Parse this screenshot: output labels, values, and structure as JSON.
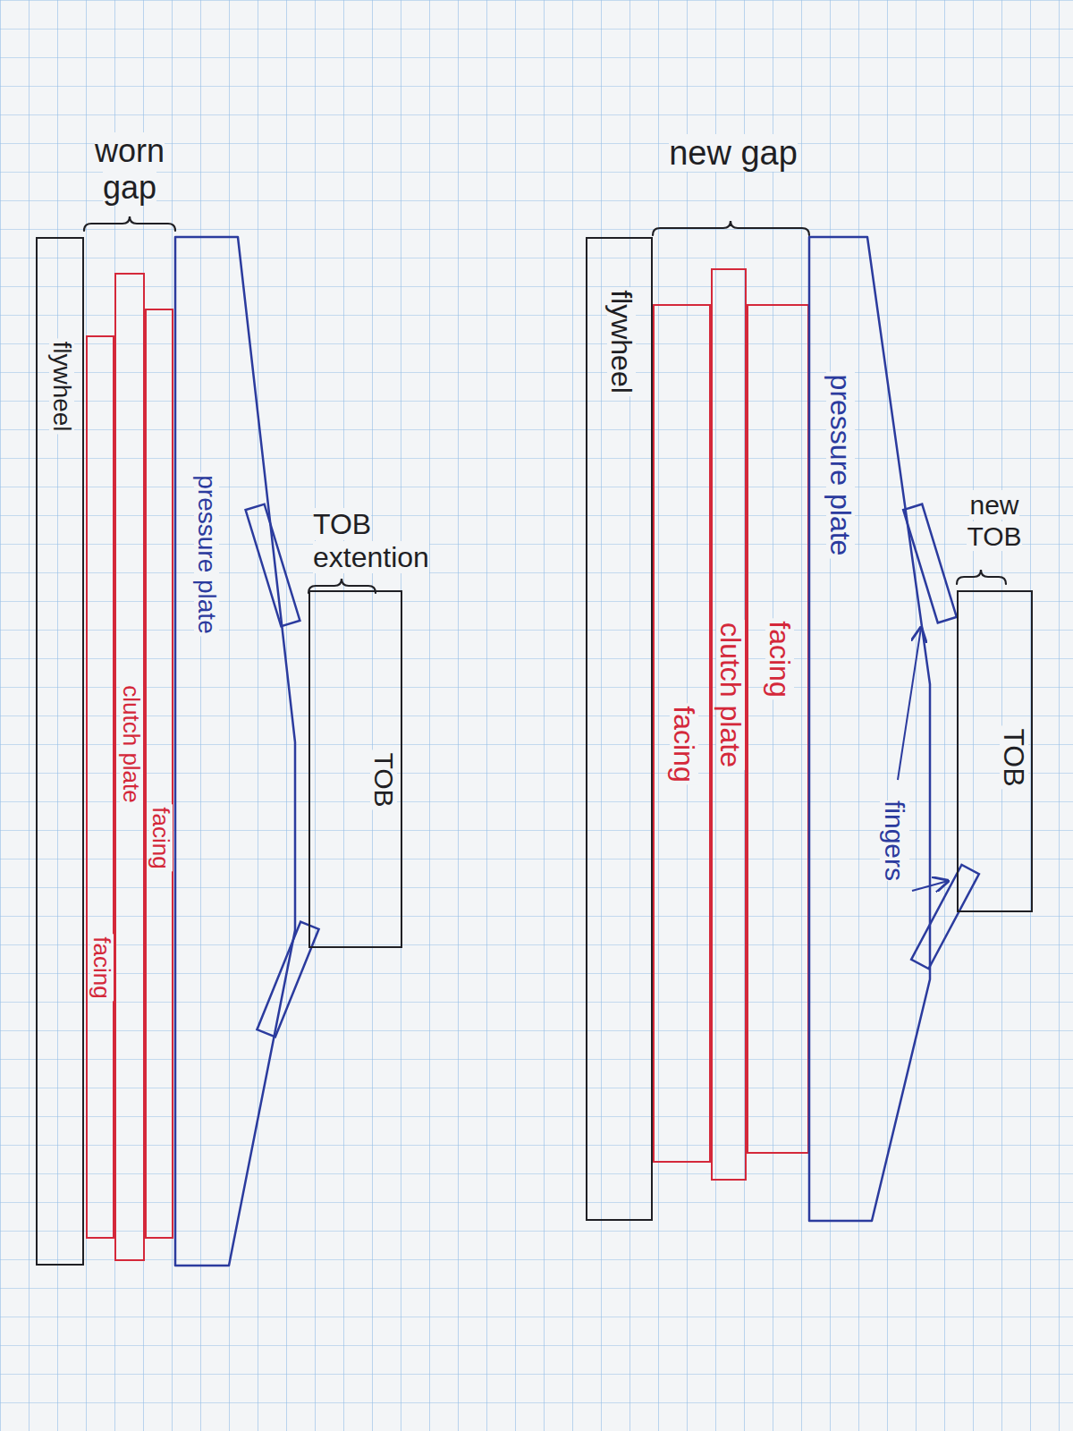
{
  "diagram": {
    "nodes": [
      {
        "text": [
          "flywheel"
        ]
      },
      {
        "text": [
          "facing"
        ]
      },
      {
        "text": [
          "clutch plate"
        ]
      },
      {
        "text": [
          "facing"
        ]
      },
      {
        "text": [
          "pressure plate"
        ]
      },
      {
        "text": [
          "TOB"
        ]
      },
      {
        "text": [
          "flywheel"
        ]
      },
      {
        "text": [
          "facing"
        ]
      },
      {
        "text": [
          "clutch plate"
        ]
      },
      {
        "text": [
          "facing"
        ]
      },
      {
        "text": [
          "pressure plate"
        ]
      },
      {
        "text": [
          "TOB"
        ]
      }
    ],
    "labels": [
      "worn gap",
      "new gap",
      "TOB extention",
      "new TOB",
      "fingers"
    ]
  }
}
